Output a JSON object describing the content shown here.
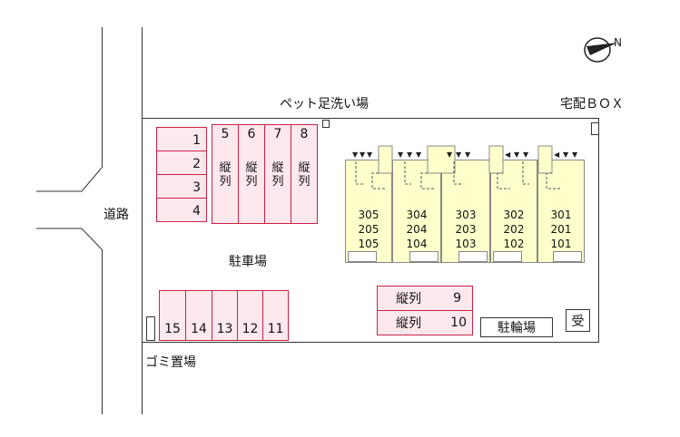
{
  "labels": {
    "pet_wash": "ペット足洗い場",
    "delivery_box": "宅配ＢＯＸ",
    "road": "道路",
    "parking": "駐車場",
    "garbage": "ゴミ置場",
    "bike_parking": "駐輪場",
    "reception": "受"
  },
  "parking_left": [
    "1",
    "2",
    "3",
    "4"
  ],
  "parking_tandem": [
    {
      "num": "5",
      "note": "縦列"
    },
    {
      "num": "6",
      "note": "縦列"
    },
    {
      "num": "7",
      "note": "縦列"
    },
    {
      "num": "8",
      "note": "縦列"
    }
  ],
  "parking_bottom": [
    "15",
    "14",
    "13",
    "12",
    "11"
  ],
  "parking_right": [
    {
      "note": "縦列",
      "num": "9"
    },
    {
      "note": "縦列",
      "num": "10"
    }
  ],
  "units": [
    {
      "rooms": [
        "305",
        "205",
        "105"
      ]
    },
    {
      "rooms": [
        "304",
        "204",
        "104"
      ]
    },
    {
      "rooms": [
        "303",
        "203",
        "103"
      ]
    },
    {
      "rooms": [
        "302",
        "202",
        "102"
      ]
    },
    {
      "rooms": [
        "301",
        "201",
        "101"
      ]
    }
  ],
  "compass_letter": "N"
}
